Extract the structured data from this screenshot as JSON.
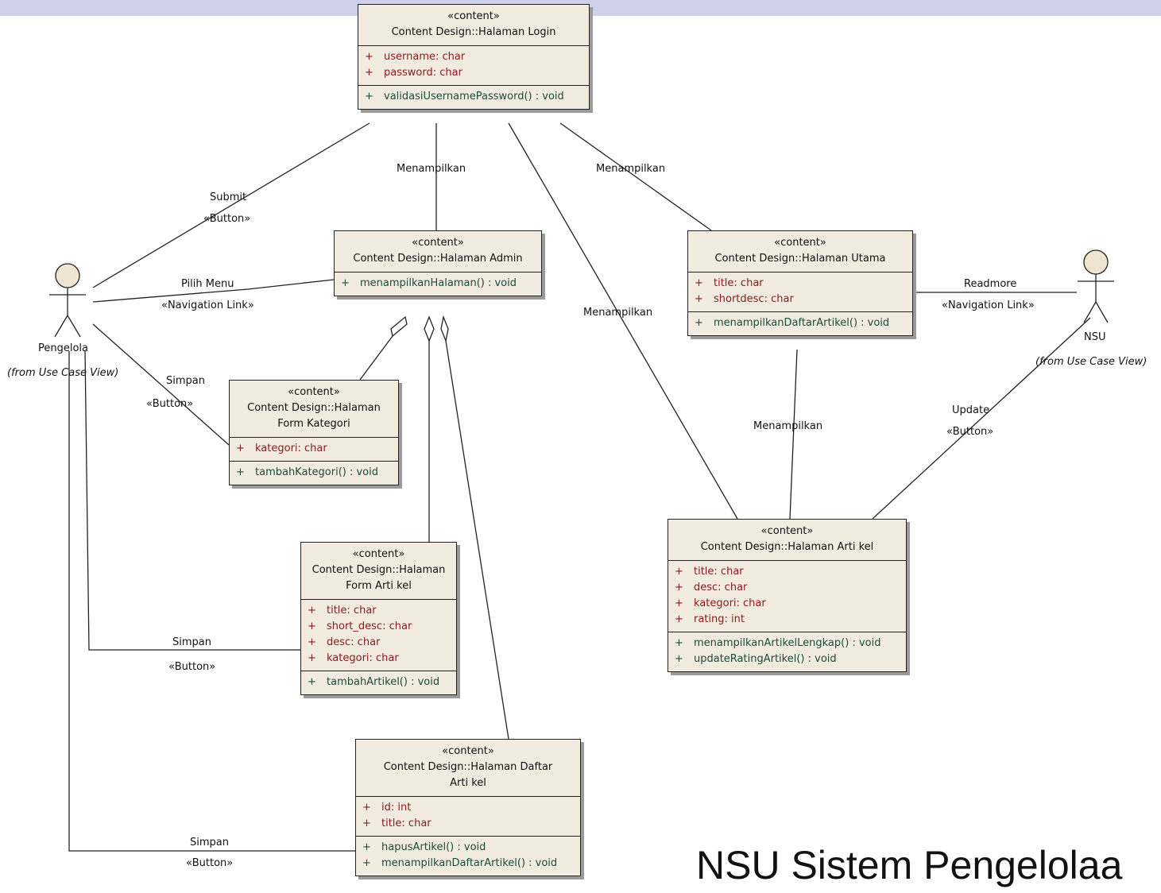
{
  "classes": {
    "login": {
      "stereotype": "«content»",
      "name": "Content Design::Halaman Login",
      "attributes": [
        {
          "vis": "+",
          "text": "username: char"
        },
        {
          "vis": "+",
          "text": "password: char"
        }
      ],
      "operations": [
        {
          "vis": "+",
          "text": "validasiUsernamePassword() : void"
        }
      ]
    },
    "admin": {
      "stereotype": "«content»",
      "name": "Content Design::Halaman Admin",
      "operations": [
        {
          "vis": "+",
          "text": "menampilkanHalaman() : void"
        }
      ]
    },
    "utama": {
      "stereotype": "«content»",
      "name": "Content Design::Halaman Utama",
      "attributes": [
        {
          "vis": "+",
          "text": "title: char"
        },
        {
          "vis": "+",
          "text": "shortdesc: char"
        }
      ],
      "operations": [
        {
          "vis": "+",
          "text": "menampilkanDaftarArtikel() : void"
        }
      ]
    },
    "kategori": {
      "stereotype": "«content»",
      "name_line1": "Content Design::Halaman",
      "name_line2": "Form Kategori",
      "attributes": [
        {
          "vis": "+",
          "text": "kategori: char"
        }
      ],
      "operations": [
        {
          "vis": "+",
          "text": "tambahKategori() : void"
        }
      ]
    },
    "form_artikel": {
      "stereotype": "«content»",
      "name_line1": "Content Design::Halaman",
      "name_line2": "Form Arti kel",
      "attributes": [
        {
          "vis": "+",
          "text": "title: char"
        },
        {
          "vis": "+",
          "text": "short_desc: char"
        },
        {
          "vis": "+",
          "text": "desc: char"
        },
        {
          "vis": "+",
          "text": "kategori: char"
        }
      ],
      "operations": [
        {
          "vis": "+",
          "text": "tambahArtikel() : void"
        }
      ]
    },
    "artikel": {
      "stereotype": "«content»",
      "name": "Content Design::Halaman Arti kel",
      "attributes": [
        {
          "vis": "+",
          "text": "title: char"
        },
        {
          "vis": "+",
          "text": "desc: char"
        },
        {
          "vis": "+",
          "text": "kategori: char"
        },
        {
          "vis": "+",
          "text": "rating: int"
        }
      ],
      "operations": [
        {
          "vis": "+",
          "text": "menampilkanArtikelLengkap() : void"
        },
        {
          "vis": "+",
          "text": "updateRatingArtikel() : void"
        }
      ]
    },
    "daftar": {
      "stereotype": "«content»",
      "name_line1": "Content Design::Halaman Daftar",
      "name_line2": "Arti kel",
      "attributes": [
        {
          "vis": "+",
          "text": "id: int"
        },
        {
          "vis": "+",
          "text": "title: char"
        }
      ],
      "operations": [
        {
          "vis": "+",
          "text": "hapusArtikel() : void"
        },
        {
          "vis": "+",
          "text": "menampilkanDaftarArtikel() : void"
        }
      ]
    }
  },
  "actors": {
    "pengelola": {
      "name": "Pengelola",
      "from": "(from Use Case View)"
    },
    "nsu": {
      "name": "NSU",
      "from": "(from Use Case View)"
    }
  },
  "links": {
    "submit": "Submit",
    "submit_stereo": "«Button»",
    "menampilkan_admin": "Menampilkan",
    "menampilkan_utama": "Menampilkan",
    "menampilkan_daftar": "Menampilkan",
    "menampilkan_artikel": "Menampilkan",
    "pilih_menu": "Pilih Menu",
    "pilih_menu_stereo": "«Navigation Link»",
    "simpan_kategori": "Simpan",
    "simpan_kategori_stereo": "«Button»",
    "simpan_artikel": "Simpan",
    "simpan_artikel_stereo": "«Button»",
    "simpan_daftar": "Simpan",
    "simpan_daftar_stereo": "«Button»",
    "readmore": "Readmore",
    "readmore_stereo": "«Navigation Link»",
    "update": "Update",
    "update_stereo": "«Button»"
  },
  "footer": {
    "title": "NSU Sistem Pengelolaa"
  }
}
